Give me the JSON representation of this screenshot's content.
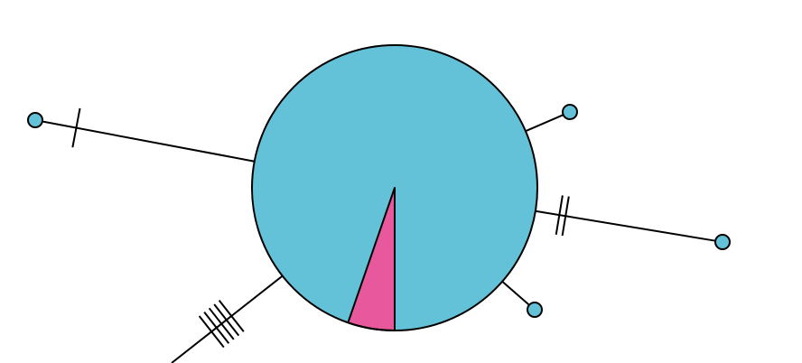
{
  "diagram": {
    "type": "haplotype-network",
    "central_node": {
      "slices": [
        {
          "name": "blue",
          "fraction": 0.947,
          "color": "#64c2d8"
        },
        {
          "name": "pink",
          "fraction": 0.053,
          "color": "#e8589c"
        }
      ]
    },
    "branches": [
      {
        "name": "branch-left",
        "mutations": 1,
        "has_tip_node": true
      },
      {
        "name": "branch-upper-right",
        "mutations": 0,
        "has_tip_node": true
      },
      {
        "name": "branch-right",
        "mutations": 2,
        "has_tip_node": true
      },
      {
        "name": "branch-lower-right",
        "mutations": 0,
        "has_tip_node": true
      },
      {
        "name": "branch-lower-left",
        "mutations": 5,
        "has_tip_node": false
      }
    ],
    "colors": {
      "node_blue": "#64c2d8",
      "node_pink": "#e8589c",
      "line": "#000000",
      "background": "#ffffff"
    }
  }
}
